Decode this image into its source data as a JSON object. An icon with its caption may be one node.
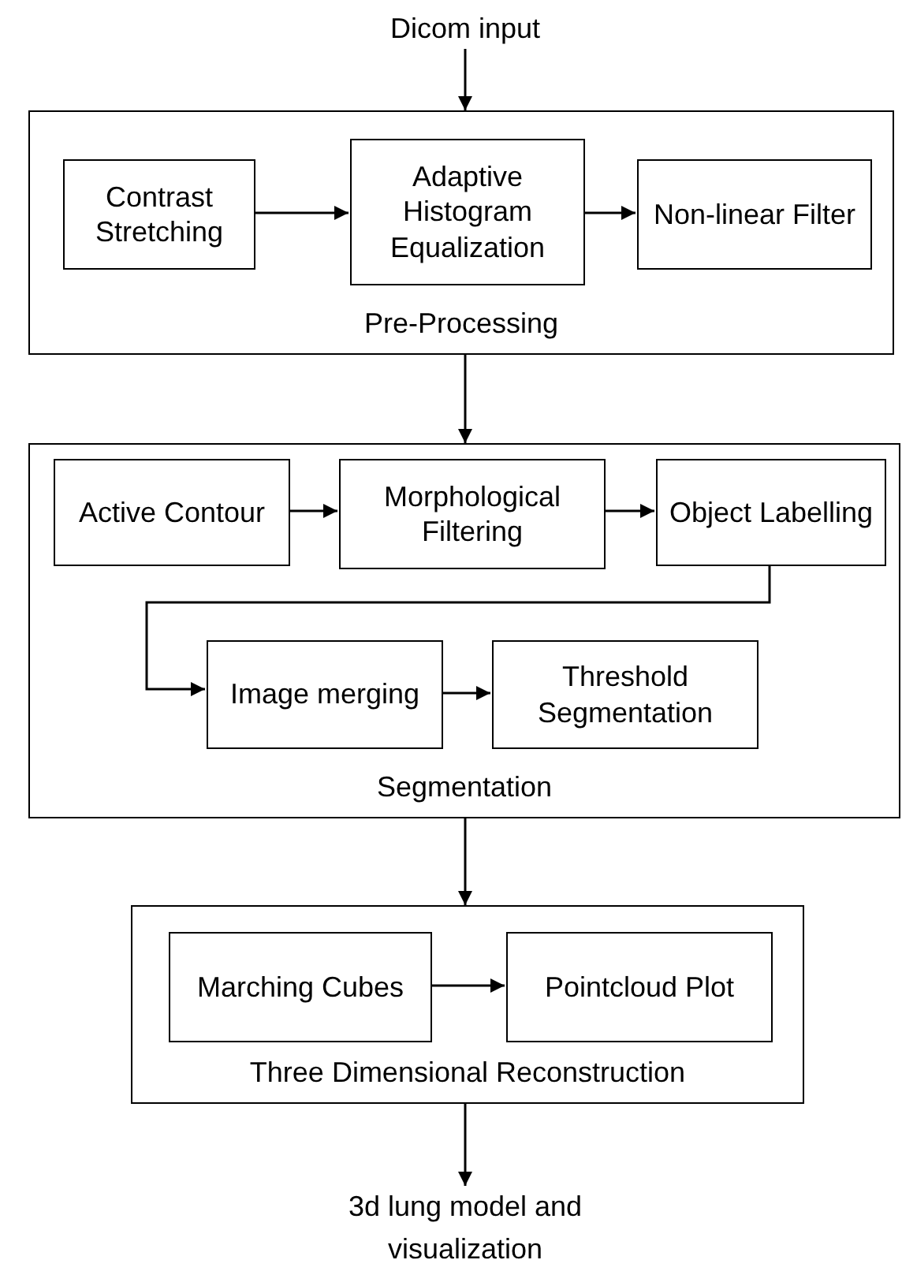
{
  "diagram": {
    "nodes": [
      {
        "text": [
          "Dicom input"
        ]
      },
      {
        "text": [
          "Pre-Processing"
        ]
      },
      {
        "text": [
          "Contrast Stretching"
        ],
        "in": 1
      },
      {
        "text": [
          "Adaptive Histogram Equalization"
        ],
        "in": 1
      },
      {
        "text": [
          "Non-linear Filter"
        ],
        "in": 1
      },
      {
        "text": [
          "Segmentation"
        ]
      },
      {
        "text": [
          "Active Contour"
        ],
        "in": 5
      },
      {
        "text": [
          "Morphological Filtering"
        ],
        "in": 5
      },
      {
        "text": [
          "Object Labelling"
        ],
        "in": 5
      },
      {
        "text": [
          "Image merging"
        ],
        "in": 5
      },
      {
        "text": [
          "Threshold Segmentation"
        ],
        "in": 5
      },
      {
        "text": [
          "Three Dimensional Reconstruction"
        ]
      },
      {
        "text": [
          "Marching Cubes"
        ],
        "in": 11
      },
      {
        "text": [
          "Pointcloud Plot"
        ],
        "in": 11
      },
      {
        "text": [
          "3d lung model and visualization"
        ]
      }
    ],
    "edges": [
      {
        "from": 0,
        "to": 1,
        "arrow": "to"
      },
      {
        "from": 2,
        "to": 3,
        "arrow": "to"
      },
      {
        "from": 3,
        "to": 4,
        "arrow": "to"
      },
      {
        "from": 1,
        "to": 5,
        "arrow": "to"
      },
      {
        "from": 6,
        "to": 7,
        "arrow": "to"
      },
      {
        "from": 7,
        "to": 8,
        "arrow": "to"
      },
      {
        "from": 8,
        "to": 9,
        "arrow": "to"
      },
      {
        "from": 9,
        "to": 10,
        "arrow": "to"
      },
      {
        "from": 5,
        "to": 11,
        "arrow": "to"
      },
      {
        "from": 12,
        "to": 13,
        "arrow": "to"
      },
      {
        "from": 11,
        "to": 14,
        "arrow": "to"
      }
    ]
  }
}
